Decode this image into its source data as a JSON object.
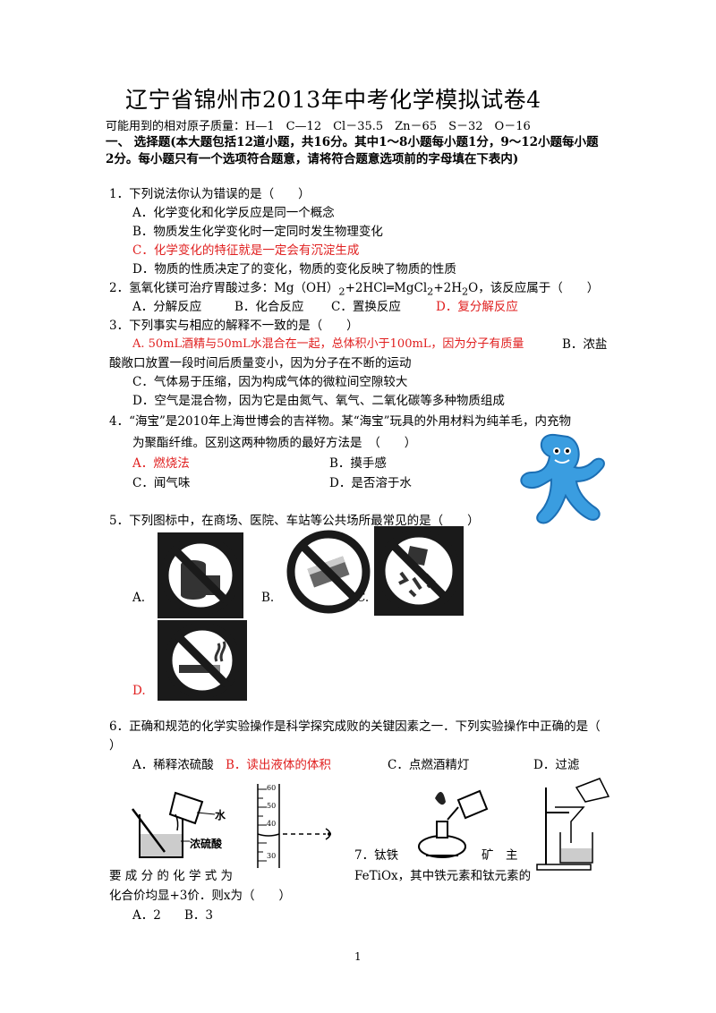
{
  "title": "辽宁省锦州市2013年中考化学模拟试卷4",
  "atomic_masses": "可能用到的相对原子质量：H—1　C—12　Cl－35.5　Zn－65　S－32　O－16",
  "section1": {
    "line1": "一、 选择题(本大题包括12道小题，共16分。其中1～8小题每小题1分，9～12小题每小题",
    "line2": "2分。每小题只有一个选项符合题意，请将符合题意选项前的字母填在下表内)"
  },
  "q1": {
    "stem": "1．下列说法你认为错误的是（　　）",
    "A": "A．化学变化和化学反应是同一个概念",
    "B": "B．物质发生化学变化时一定同时发生物理变化",
    "C": "C．化学变化的特征就是一定会有沉淀生成",
    "D": "D．物质的性质决定了的变化，物质的变化反映了物质的性质"
  },
  "q2": {
    "stem_a": "2．氢氧化镁可治疗胃酸过多：Mg（OH）",
    "sub1": "2",
    "stem_b": "+2HCl═MgCl",
    "sub2": "2",
    "stem_c": "+2H",
    "sub3": "2",
    "stem_d": "O，该反应属于（　　）",
    "A": "A．分解反应",
    "B": "B．化合反应",
    "C": "C．置换反应",
    "D": "D．复分解反应"
  },
  "q3": {
    "stem": "3．下列事实与相应的解释不一致的是（　　）",
    "A": "A. 50mL酒精与50mL水混合在一起，总体积小于100mL，因为分子有质量",
    "B1": "B．浓盐",
    "B2": "酸敞口放置一段时间后质量变小，因为分子在不断的运动",
    "C": "C．气体易于压缩，因为构成气体的微粒间空隙较大",
    "D": "D．空气是混合物，因为它是由氮气、氧气、二氧化碳等多种物质组成"
  },
  "q4": {
    "stem1": "4．“海宝”是2010年上海世博会的吉祥物。某“海宝”玩具的外用材料为纯羊毛，内充物",
    "stem2": "为聚酯纤维。区别这两种物质的最好方法是　（　　）",
    "A": "A．燃烧法",
    "B": "B．摸手感",
    "C": "C．闻气味",
    "D": "D．是否溶于水"
  },
  "q5": {
    "stem": "5．下列图标中，在商场、医院、车站等公共场所最常见的是（　　）",
    "A": "A.",
    "B": "B.",
    "C": "C.",
    "D": "D."
  },
  "q6": {
    "stem1": "6．正确和规范的化学实验操作是科学探究成败的关键因素之一．下列实验操作中正确的是（",
    "stem2": "）",
    "A": "A．稀释浓硫酸",
    "B": "B．读出液体的体积",
    "C": "C．点燃酒精灯",
    "D": "D．过滤",
    "label_water": "水",
    "label_acid": "浓硫酸",
    "cyl_60": "60",
    "cyl_50": "50",
    "cyl_40": "40",
    "cyl_30": "30"
  },
  "q7": {
    "part1": "7．钛铁",
    "part2": "矿　主",
    "line2a": "要 成 分 的 化 学 式 为",
    "line2b": "FeTiOx，其中铁元素和钛元素的",
    "line3": "化合价均显+3价．则x为（　　）",
    "A": "A．2",
    "B": "B．3"
  },
  "page_number": "1",
  "colors": {
    "answer": "#e02020",
    "mascot": "#3a9de0"
  }
}
